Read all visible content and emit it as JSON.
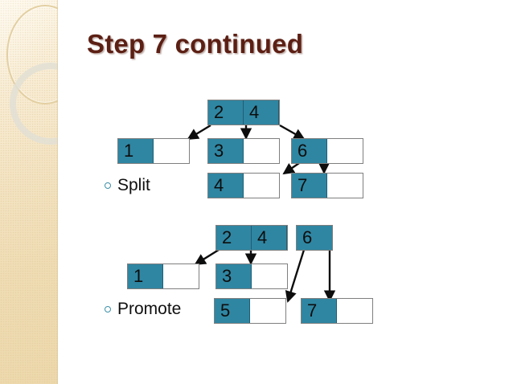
{
  "slide": {
    "title": "Step 7 continued",
    "background_color": "#ffffff",
    "accent_color": "#2f86a2",
    "title_color": "#5c1f14",
    "sidebar_color": "#f0dfba",
    "bullet_marker_color": "#3d8fa8",
    "node_border_color": "#7f7f7f"
  },
  "bullets": [
    {
      "label": "Split"
    },
    {
      "label": "Promote"
    }
  ],
  "diagrams": [
    {
      "name": "split-diagram",
      "caption": "Split",
      "nodes": [
        {
          "id": "t1-root",
          "cells": [
            "2",
            "4"
          ],
          "filled": [
            true,
            true
          ]
        },
        {
          "id": "t1-c1",
          "cells": [
            "1",
            ""
          ],
          "filled": [
            true,
            false
          ]
        },
        {
          "id": "t1-c2",
          "cells": [
            "3",
            ""
          ],
          "filled": [
            true,
            false
          ]
        },
        {
          "id": "t1-c3",
          "cells": [
            "6",
            ""
          ],
          "filled": [
            true,
            false
          ]
        },
        {
          "id": "t1-c4",
          "cells": [
            "4",
            ""
          ],
          "filled": [
            true,
            false
          ]
        },
        {
          "id": "t1-c5",
          "cells": [
            "7",
            ""
          ],
          "filled": [
            true,
            false
          ]
        }
      ],
      "edges": [
        {
          "from": "t1-root",
          "to": "t1-c1"
        },
        {
          "from": "t1-root",
          "to": "t1-c2"
        },
        {
          "from": "t1-root",
          "to": "t1-c3"
        },
        {
          "from": "t1-c3",
          "to": "t1-c4"
        },
        {
          "from": "t1-c3",
          "to": "t1-c5"
        }
      ]
    },
    {
      "name": "promote-diagram",
      "caption": "Promote",
      "nodes": [
        {
          "id": "t2-root",
          "cells": [
            "2",
            "4"
          ],
          "filled": [
            true,
            true
          ]
        },
        {
          "id": "t2-six",
          "cells": [
            "6"
          ],
          "filled": [
            true
          ]
        },
        {
          "id": "t2-c1",
          "cells": [
            "1",
            ""
          ],
          "filled": [
            true,
            false
          ]
        },
        {
          "id": "t2-c2",
          "cells": [
            "3",
            ""
          ],
          "filled": [
            true,
            false
          ]
        },
        {
          "id": "t2-c3",
          "cells": [
            "5",
            ""
          ],
          "filled": [
            true,
            false
          ]
        },
        {
          "id": "t2-c4",
          "cells": [
            "7",
            ""
          ],
          "filled": [
            true,
            false
          ]
        }
      ],
      "edges": [
        {
          "from": "t2-root",
          "to": "t2-c1"
        },
        {
          "from": "t2-root",
          "to": "t2-c2"
        },
        {
          "from": "t2-six",
          "to": "t2-c3"
        },
        {
          "from": "t2-six",
          "to": "t2-c4"
        }
      ]
    }
  ]
}
